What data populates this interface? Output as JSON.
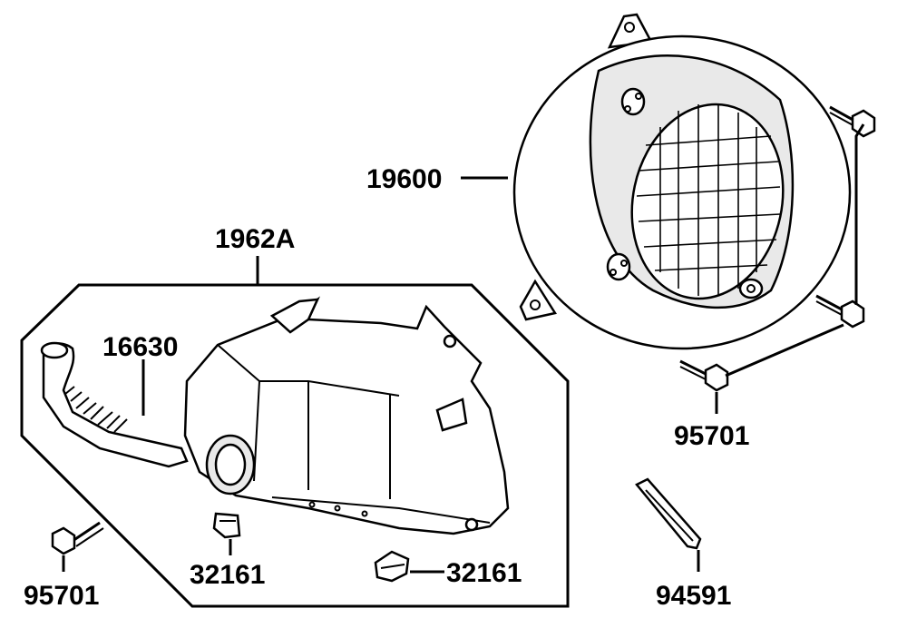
{
  "diagram": {
    "labels": {
      "assembly": "1962A",
      "fan_cover": "19600",
      "hose": "16630",
      "bolt_right": "95701",
      "bolt_left": "95701",
      "clip_center": "32161",
      "clip_right": "32161",
      "rubber_strip": "94591"
    }
  }
}
